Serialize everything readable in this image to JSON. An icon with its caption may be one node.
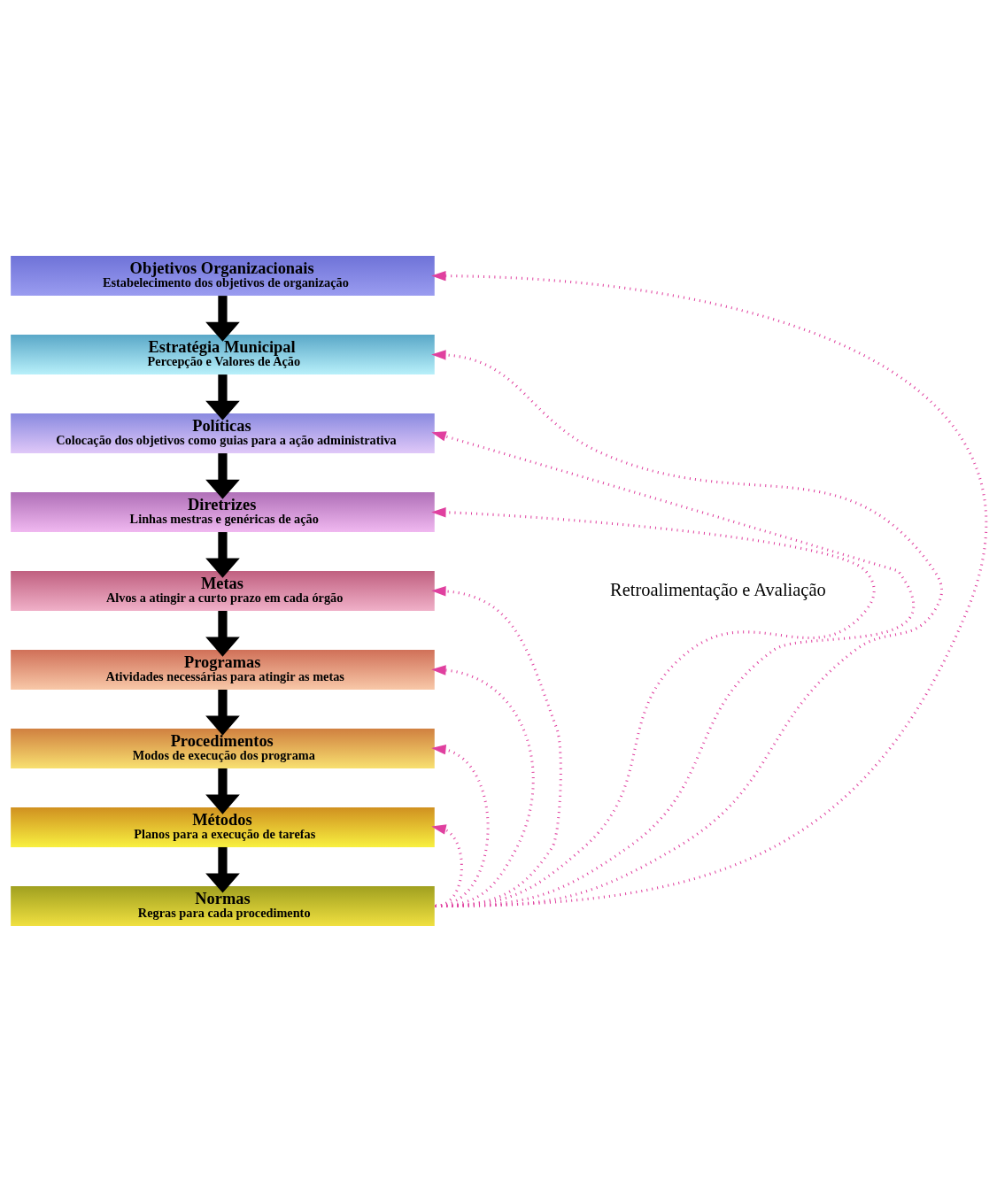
{
  "diagram": {
    "nodes": [
      {
        "text": [
          "Objetivos Organizacionais",
          "Estabelecimento dos objetivos de organização"
        ]
      },
      {
        "text": [
          "Estratégia Municipal",
          "Percepção e Valores de Ação"
        ]
      },
      {
        "text": [
          "Políticas",
          "Colocação dos objetivos como guias para a ação administrativa"
        ]
      },
      {
        "text": [
          "Diretrizes",
          "Linhas mestras e genéricas de ação"
        ]
      },
      {
        "text": [
          "Metas",
          "Alvos a atingir a curto prazo em cada órgão"
        ]
      },
      {
        "text": [
          "Programas",
          "Atividades necessárias para atingir as metas"
        ]
      },
      {
        "text": [
          "Procedimentos",
          "Modos de execução dos programa"
        ]
      },
      {
        "text": [
          "Métodos",
          "Planos para a execução de tarefas"
        ]
      },
      {
        "text": [
          "Normas",
          "Regras para cada procedimento"
        ]
      }
    ],
    "edges": [
      {
        "from": 0,
        "to": 1,
        "arrow": "to",
        "style": "thick"
      },
      {
        "from": 1,
        "to": 2,
        "arrow": "to",
        "style": "thick"
      },
      {
        "from": 2,
        "to": 3,
        "arrow": "to",
        "style": "thick"
      },
      {
        "from": 3,
        "to": 4,
        "arrow": "to",
        "style": "thick"
      },
      {
        "from": 4,
        "to": 5,
        "arrow": "to",
        "style": "thick"
      },
      {
        "from": 5,
        "to": 6,
        "arrow": "to",
        "style": "thick"
      },
      {
        "from": 6,
        "to": 7,
        "arrow": "to",
        "style": "thick"
      },
      {
        "from": 7,
        "to": 8,
        "arrow": "to",
        "style": "thick"
      },
      {
        "from": 8,
        "to": 0,
        "arrow": "to",
        "style": "dashed",
        "color": "#e0409f"
      },
      {
        "from": 8,
        "to": 1,
        "arrow": "to",
        "style": "dashed",
        "color": "#e0409f"
      },
      {
        "from": 8,
        "to": 2,
        "arrow": "to",
        "style": "dashed",
        "color": "#e0409f"
      },
      {
        "from": 8,
        "to": 3,
        "arrow": "to",
        "style": "dashed",
        "color": "#e0409f"
      },
      {
        "from": 8,
        "to": 4,
        "arrow": "to",
        "style": "dashed",
        "color": "#e0409f"
      },
      {
        "from": 8,
        "to": 5,
        "arrow": "to",
        "style": "dashed",
        "color": "#e0409f"
      },
      {
        "from": 8,
        "to": 6,
        "arrow": "to",
        "style": "dashed",
        "color": "#e0409f"
      },
      {
        "from": 8,
        "to": 7,
        "arrow": "to",
        "style": "dashed",
        "color": "#e0409f"
      }
    ],
    "labels": [
      "Retroalimentação e Avaliação"
    ]
  }
}
